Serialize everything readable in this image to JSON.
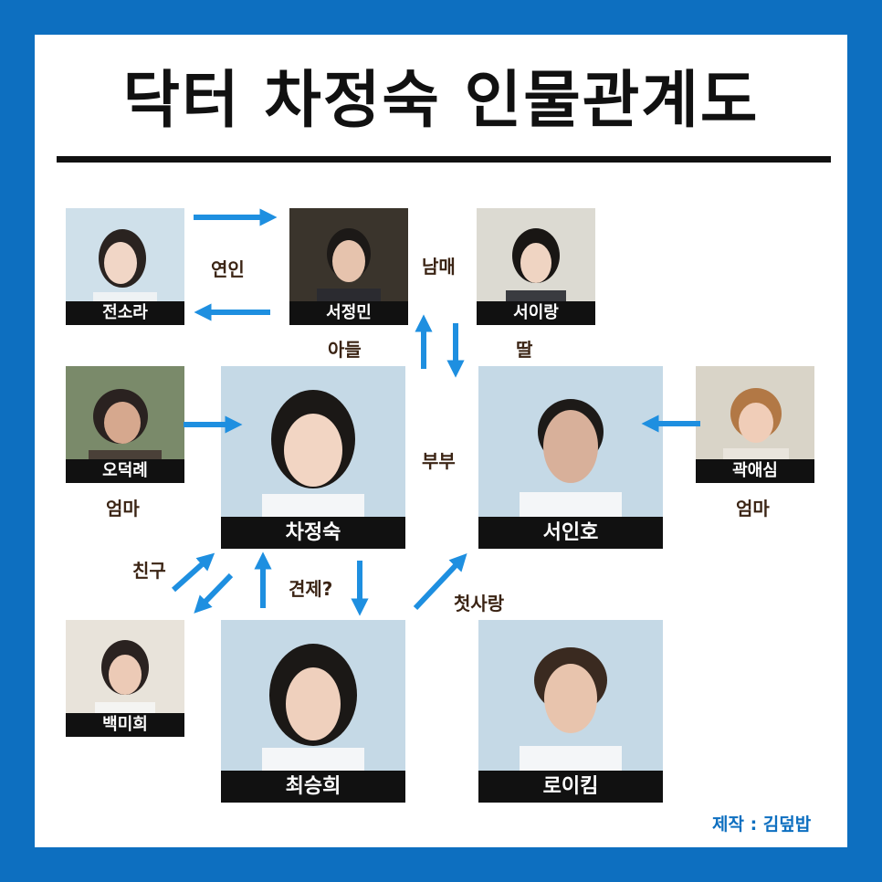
{
  "title": "닥터 차정숙 인물관계도",
  "credit": "제작 : 김덮밥",
  "colors": {
    "border": "#0d6fc0",
    "arrow": "#1e8fe0",
    "label": "#3b2414",
    "nameplate": "#111111"
  },
  "characters": {
    "jeonsora": "전소라",
    "seojeongmin": "서정민",
    "seoirang": "서이랑",
    "odeokrye": "오덕례",
    "chajeongsuk": "차정숙",
    "seoinho": "서인호",
    "gwakaesim": "곽애심",
    "baekmihee": "백미희",
    "choeseunghee": "최승희",
    "roykim": "로이킴"
  },
  "relations": {
    "lovers": "연인",
    "siblings": "남매",
    "son": "아들",
    "daughter": "딸",
    "mother_left": "엄마",
    "couple": "부부",
    "mother_right": "엄마",
    "friend": "친구",
    "rivals": "견제?",
    "first_love": "첫사랑"
  }
}
